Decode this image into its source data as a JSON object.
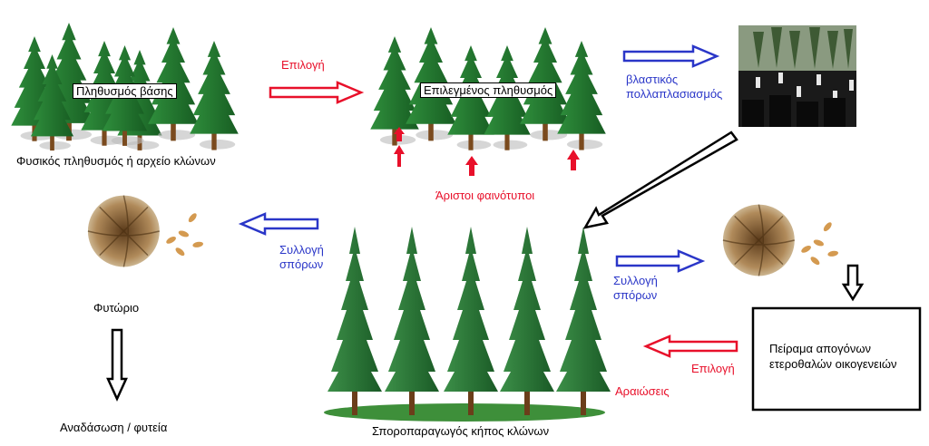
{
  "colors": {
    "red_arrow": "#e8102a",
    "blue_arrow": "#2a36c8",
    "black_arrow": "#000000",
    "tree_dark": "#1e6b2a",
    "tree_light": "#2f8f3c",
    "trunk": "#7a4a1e"
  },
  "base": {
    "label": "Πληθυσμός βάσης",
    "caption": "Φυσικός πληθυσμός ή αρχείο κλώνων"
  },
  "selected": {
    "label": "Επιλεγμένος πληθυσμός",
    "arrow_label": "Επιλογή",
    "phenotypes": "Άριστοι φαινότυποι"
  },
  "propagation": {
    "label_line1": "βλαστικός",
    "label_line2": "πολλαπλασιασμός"
  },
  "nursery": {
    "seed_label_line1": "Συλλογή",
    "seed_label_line2": "σπόρων",
    "caption": "Φυτώριο",
    "reforestation": "Αναδάσωση / φυτεία"
  },
  "orchard": {
    "caption": "Σποροπαραγωγός κήπος κλώνων",
    "seed_label_line1": "Συλλογή",
    "seed_label_line2": "σπόρων",
    "thinning": "Αραιώσεις"
  },
  "progeny": {
    "label_line1": "Πείραμα απογόνων",
    "label_line2": "ετεροθαλών οικογενειών",
    "arrow_label": "Επιλογή"
  }
}
